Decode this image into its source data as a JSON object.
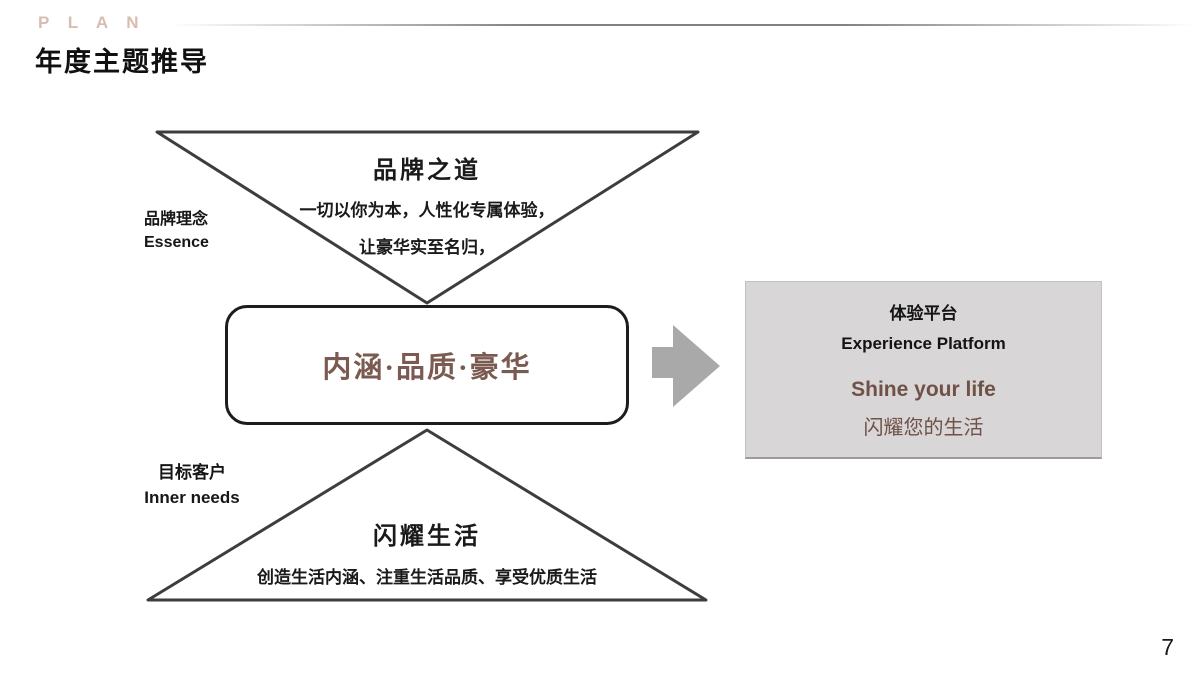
{
  "slide": {
    "eyebrow": "P L A N",
    "title": "年度主题推导",
    "page_number": "7"
  },
  "diagram": {
    "top_triangle": {
      "side_label_zh": "品牌理念",
      "side_label_en": "Essence",
      "title": "品牌之道",
      "line1": "一切以你为本，人性化专属体验，",
      "line2": "让豪华实至名归，"
    },
    "center_box": {
      "text": "内涵·品质·豪华"
    },
    "bottom_triangle": {
      "side_label_zh": "目标客户",
      "side_label_en": "Inner needs",
      "title": "闪耀生活",
      "subtitle": "创造生活内涵、注重生活品质、享受优质生活"
    },
    "result_box": {
      "title_zh": "体验平台",
      "title_en": "Experience Platform",
      "slogan_en": "Shine your life",
      "slogan_zh": "闪耀您的生活"
    }
  },
  "colors": {
    "eyebrow_tan": "#d9bcb0",
    "accent_brown": "#7b5b51",
    "slogan_brown": "#6f5148",
    "arrow_gray": "#a9a9a9",
    "result_box_gray": "#d8d6d6",
    "shape_stroke": "#3d3d3d"
  }
}
